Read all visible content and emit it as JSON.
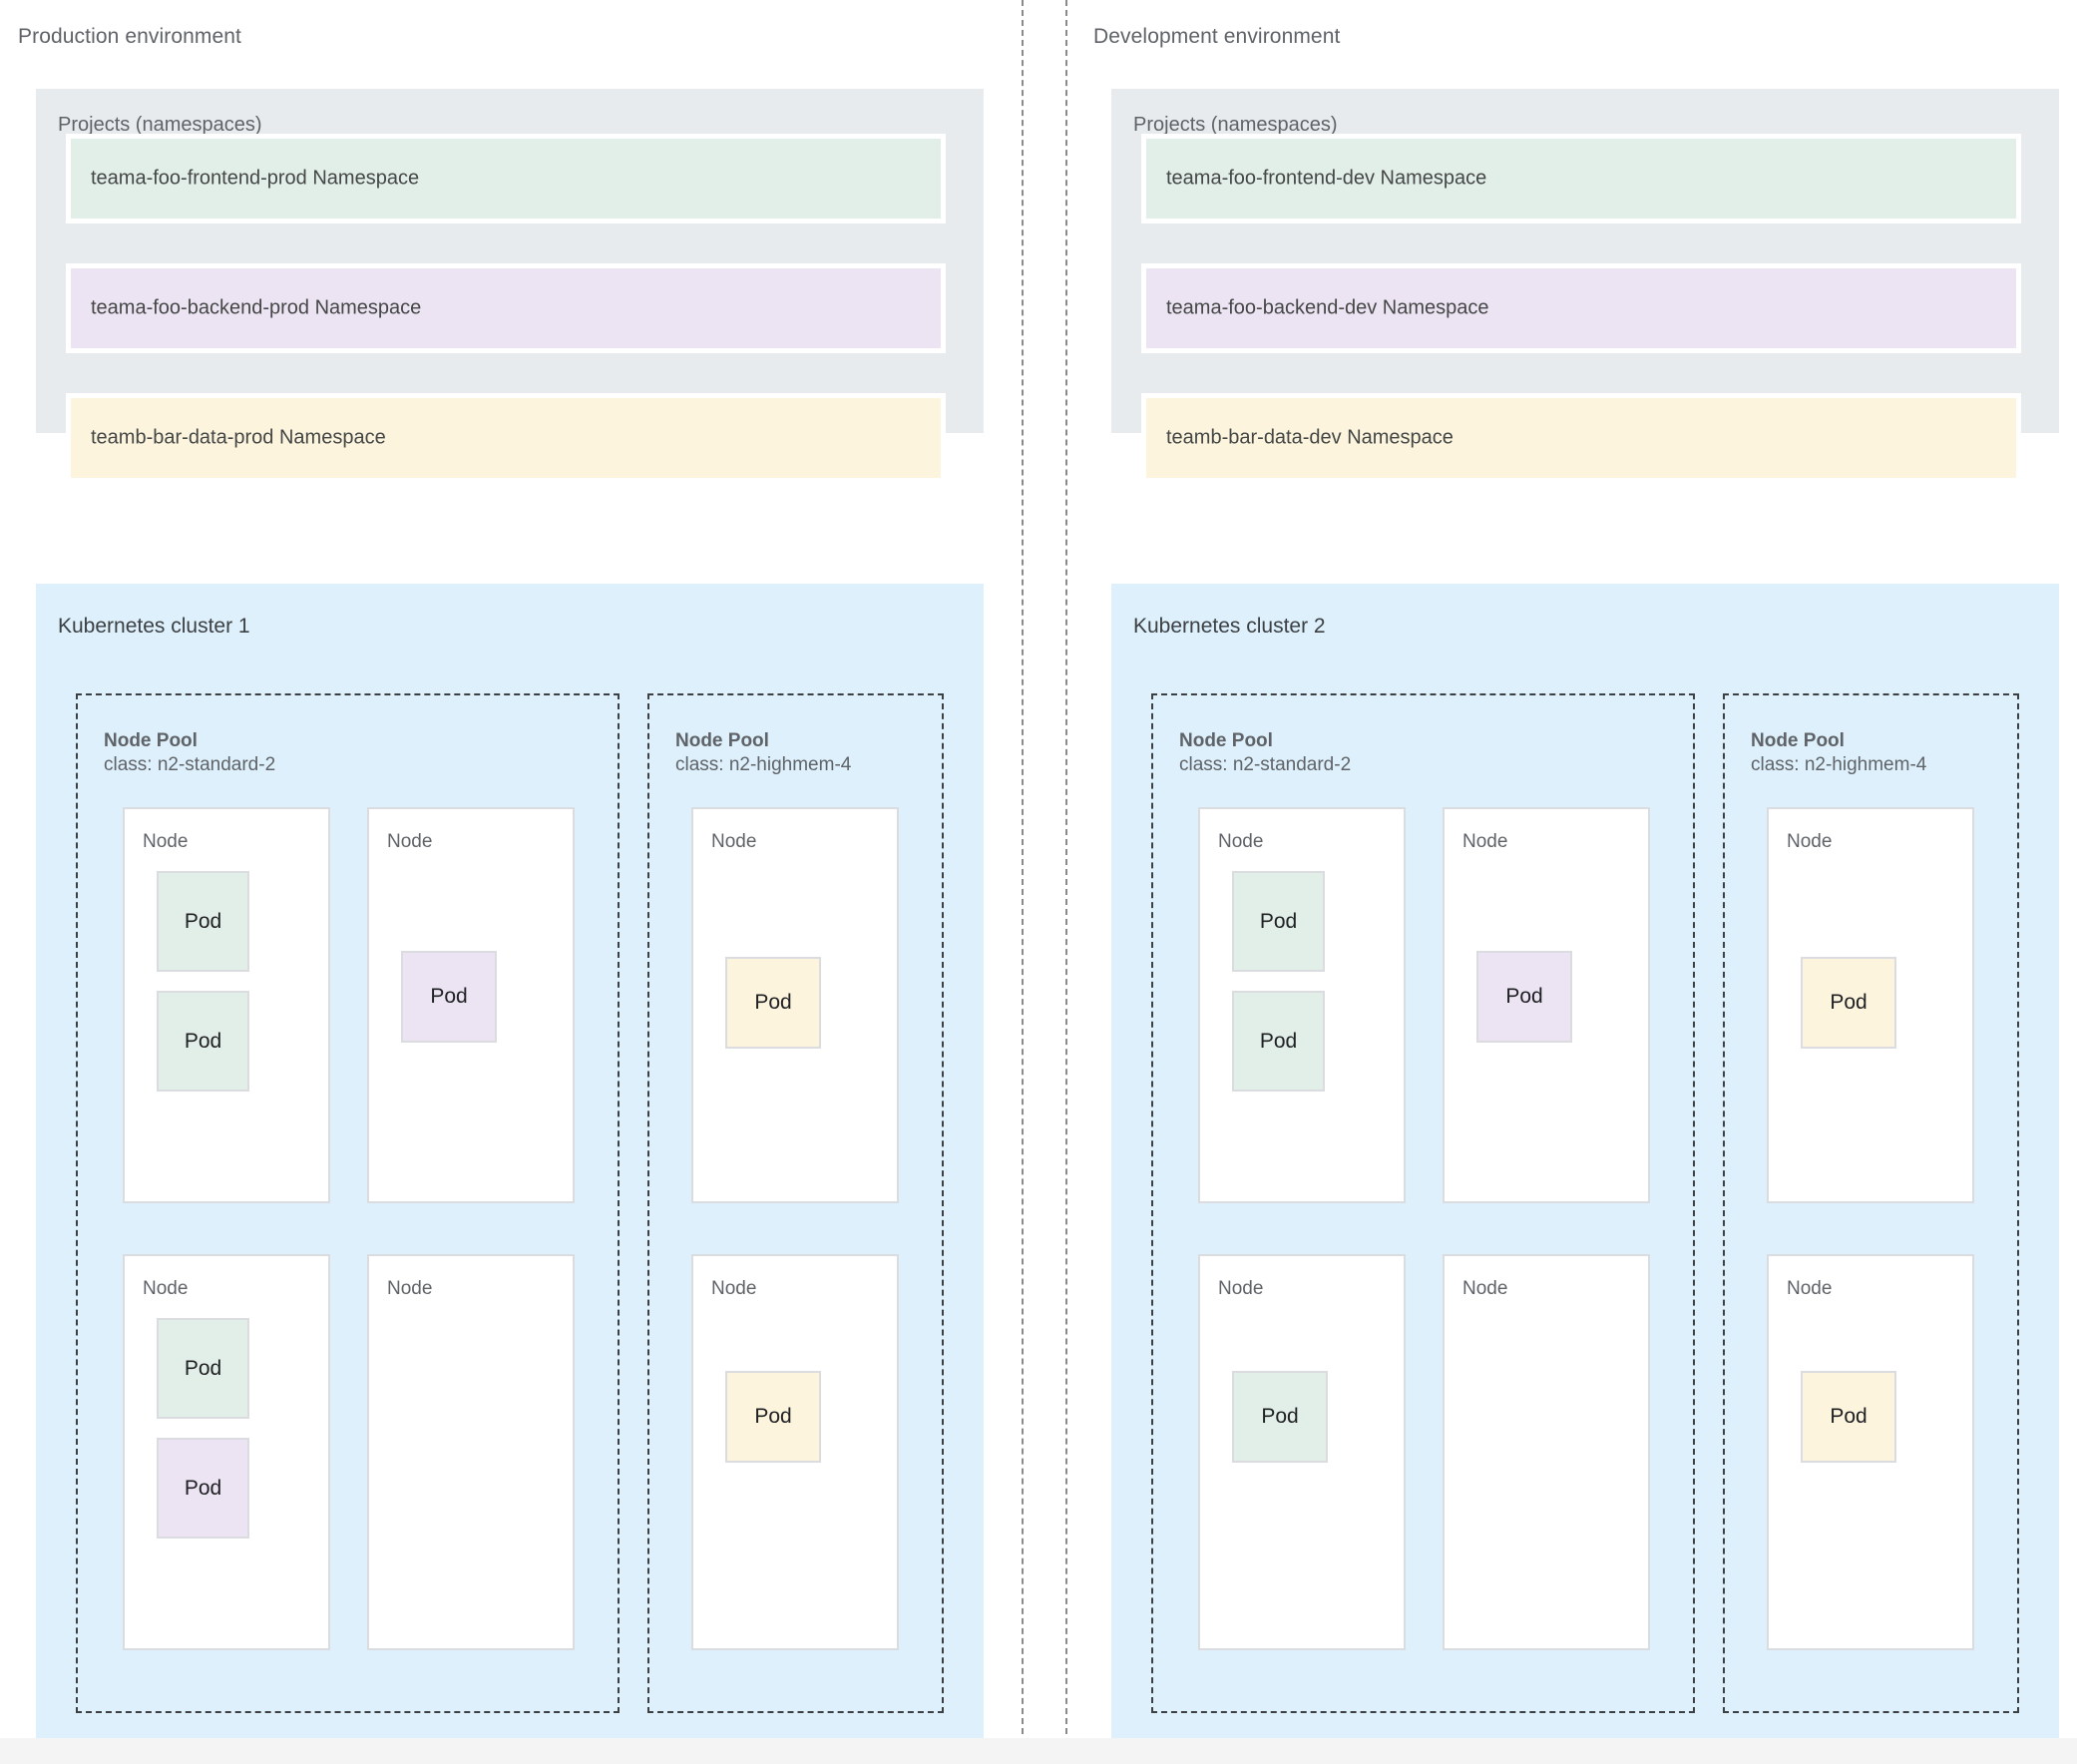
{
  "environments": [
    {
      "title": "Production environment",
      "projects": {
        "title": "Projects (namespaces)",
        "namespaces": [
          {
            "label": "teama-foo-frontend-prod Namespace",
            "color": "#e2efe8"
          },
          {
            "label": "teama-foo-backend-prod Namespace",
            "color": "#ece3f3"
          },
          {
            "label": "teamb-bar-data-prod Namespace",
            "color": "#fcf4dd"
          }
        ]
      },
      "cluster": {
        "title": "Kubernetes cluster 1",
        "node_pools": [
          {
            "name": "Node Pool",
            "class": "class: n2-standard-2",
            "nodes": [
              {
                "label": "Node",
                "pods": [
                  {
                    "label": "Pod",
                    "color": "green"
                  },
                  {
                    "label": "Pod",
                    "color": "green"
                  }
                ]
              },
              {
                "label": "Node",
                "pods": [
                  {
                    "label": "Pod",
                    "color": "purple"
                  }
                ]
              },
              {
                "label": "Node",
                "pods": [
                  {
                    "label": "Pod",
                    "color": "green"
                  },
                  {
                    "label": "Pod",
                    "color": "purple"
                  }
                ]
              },
              {
                "label": "Node",
                "pods": []
              }
            ]
          },
          {
            "name": "Node Pool",
            "class": "class: n2-highmem-4",
            "nodes": [
              {
                "label": "Node",
                "pods": [
                  {
                    "label": "Pod",
                    "color": "yellow"
                  }
                ]
              },
              {
                "label": "Node",
                "pods": [
                  {
                    "label": "Pod",
                    "color": "yellow"
                  }
                ]
              }
            ]
          }
        ]
      }
    },
    {
      "title": "Development environment",
      "projects": {
        "title": "Projects (namespaces)",
        "namespaces": [
          {
            "label": "teama-foo-frontend-dev Namespace",
            "color": "#e2efe8"
          },
          {
            "label": "teama-foo-backend-dev Namespace",
            "color": "#ece3f3"
          },
          {
            "label": "teamb-bar-data-dev Namespace",
            "color": "#fcf4dd"
          }
        ]
      },
      "cluster": {
        "title": "Kubernetes cluster 2",
        "node_pools": [
          {
            "name": "Node Pool",
            "class": "class: n2-standard-2",
            "nodes": [
              {
                "label": "Node",
                "pods": [
                  {
                    "label": "Pod",
                    "color": "green"
                  },
                  {
                    "label": "Pod",
                    "color": "green"
                  }
                ]
              },
              {
                "label": "Node",
                "pods": [
                  {
                    "label": "Pod",
                    "color": "purple"
                  }
                ]
              },
              {
                "label": "Node",
                "pods": [
                  {
                    "label": "Pod",
                    "color": "green"
                  }
                ]
              },
              {
                "label": "Node",
                "pods": []
              }
            ]
          },
          {
            "name": "Node Pool",
            "class": "class: n2-highmem-4",
            "nodes": [
              {
                "label": "Node",
                "pods": [
                  {
                    "label": "Pod",
                    "color": "yellow"
                  }
                ]
              },
              {
                "label": "Node",
                "pods": [
                  {
                    "label": "Pod",
                    "color": "yellow"
                  }
                ]
              }
            ]
          }
        ]
      }
    }
  ],
  "colors": {
    "namespace_green": "#e2efe8",
    "namespace_purple": "#ece3f3",
    "namespace_yellow": "#fcf4dd",
    "projects_panel": "#e8ebed",
    "cluster_panel": "#ddf0fb",
    "node_border": "#dadce0",
    "pool_border": "#3c4043",
    "text": "#5f6368"
  }
}
